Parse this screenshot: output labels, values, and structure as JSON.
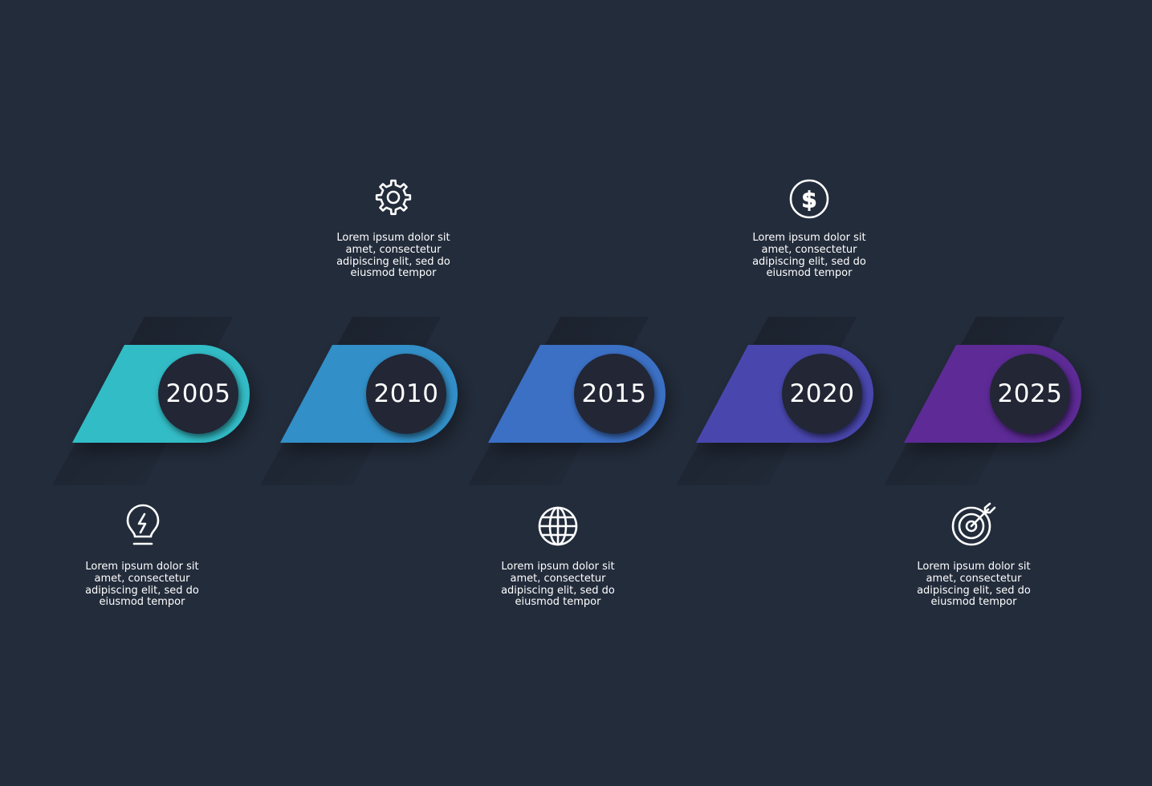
{
  "background": "#232c3b",
  "circle_color": "#202836",
  "milestones": [
    {
      "year": "2005",
      "color": "#33bcc6",
      "icon": "lightbulb-icon",
      "text_position": "below",
      "lines": [
        "Lorem ipsum dolor sit",
        "amet, consectetur",
        "adipiscing elit, sed do",
        "eiusmod tempor"
      ]
    },
    {
      "year": "2010",
      "color": "#338fc7",
      "icon": "gear-icon",
      "text_position": "above",
      "lines": [
        "Lorem ipsum dolor sit",
        "amet, consectetur",
        "adipiscing elit, sed do",
        "eiusmod tempor"
      ]
    },
    {
      "year": "2015",
      "color": "#3a70c5",
      "icon": "globe-icon",
      "text_position": "below",
      "lines": [
        "Lorem ipsum dolor sit",
        "amet, consectetur",
        "adipiscing elit, sed do",
        "eiusmod tempor"
      ]
    },
    {
      "year": "2020",
      "color": "#4a47ae",
      "icon": "dollar-icon",
      "text_position": "above",
      "lines": [
        "Lorem ipsum dolor sit",
        "amet, consectetur",
        "adipiscing elit, sed do",
        "eiusmod tempor"
      ]
    },
    {
      "year": "2025",
      "color": "#5d2c96",
      "icon": "target-icon",
      "text_position": "below",
      "lines": [
        "Lorem ipsum dolor sit",
        "amet, consectetur",
        "adipiscing elit, sed do",
        "eiusmod tempor"
      ]
    }
  ]
}
